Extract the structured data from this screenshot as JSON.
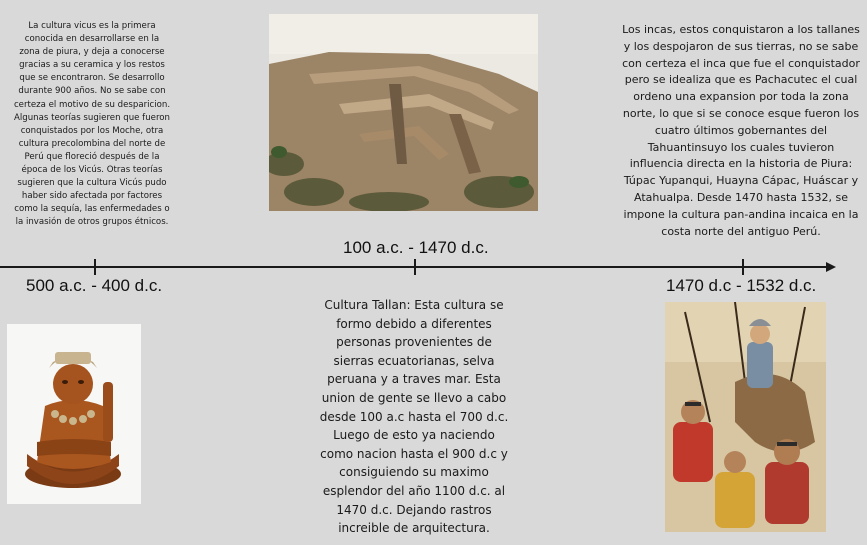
{
  "timeline": {
    "vicus": {
      "date": "500 a.c. - 400 d.c.",
      "text": "La cultura vicus es la primera\nconocida en  desarrollarse en la\nzona de piura, y  deja a conocerse\ngracias a su ceramica y los restos\nque se encontraron. Se desarrollo\ndurante 900 años. No se sabe con\ncerteza el motivo de su desparicion.\nAlgunas teorías sugieren que fueron\nconquistados por los Moche, otra\ncultura precolombina del norte de\nPerú que floreció después de la\népoca de los Vicús. Otras teorías\nsugieren que la cultura Vicús pudo\nhaber sido afectada por factores\ncomo la sequía, las enfermedades o\nla invasión de otros grupos étnicos."
    },
    "tallan": {
      "date": "100 a.c. - 1470 d.c.",
      "text": "Cultura Tallan: Esta cultura se\nformo debido a diferentes\npersonas provenientes de\nsierras ecuatorianas, selva\nperuana y a traves mar. Esta\nunion de gente se llevo a cabo\ndesde 100 a.c hasta el 700 d.c.\nLuego de esto ya naciendo\ncomo nacion hasta el 900 d.c y\nconsiguiendo su maximo\nesplendor del año 1100 d.c. al\n1470 d.c. Dejando rastros\nincreible de arquitectura."
    },
    "inca": {
      "date": "1470 d.c - 1532 d.c.",
      "text": "Los incas, estos conquistaron a los tallanes\ny los despojaron de sus tierras, no se sabe\ncon certeza el inca que fue el conquistador\npero se idealiza que es Pachacutec el cual\nordeno una expansion por toda la zona\nnorte, lo que si se conoce esque  fueron los\ncuatro últimos gobernantes del\nTahuantinsuyo los cuales tuvieron\ninfluencia directa en la historia de Piura:\nTúpac Yupanqui, Huayna Cápac, Huáscar y\nAtahualpa. Desde 1470 hasta 1532, se\nimpone la cultura pan-andina incaica en la\ncosta norte del antiguo Perú."
    }
  },
  "colors": {
    "background": "#d9d9d9",
    "line": "#1a1a1a"
  },
  "images": {
    "ruins": "adobe-pyramid-ruins-photo",
    "ceramic": "vicus-ceramic-figure-photo",
    "conquest": "inca-warriors-illustration"
  }
}
